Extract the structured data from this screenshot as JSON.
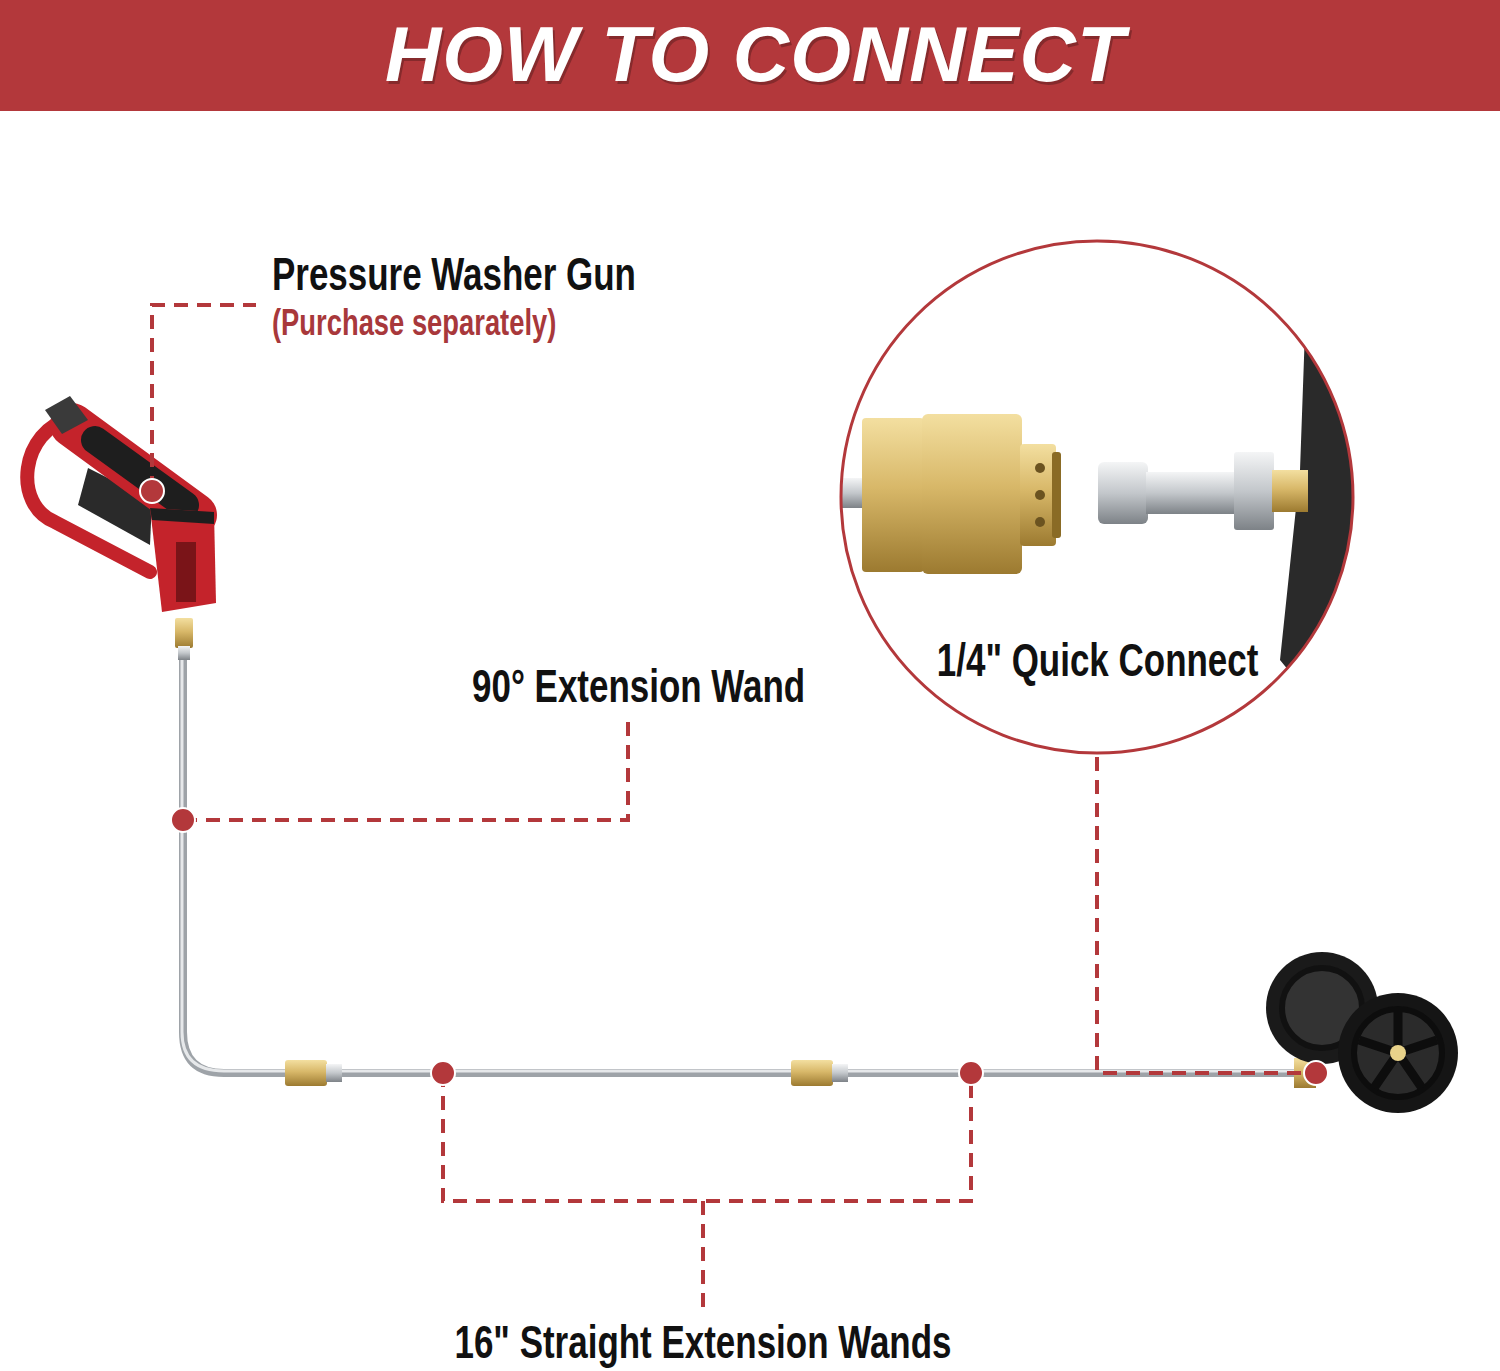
{
  "diagram": {
    "title": "HOW TO CONNECT",
    "nodes": [
      {
        "text": [
          "1/4\" Quick Connect"
        ]
      }
    ],
    "labels": [
      "Pressure Washer Gun",
      "(Purchase separately)",
      "90° Extension Wand",
      "16\" Straight Extension Wands"
    ]
  }
}
